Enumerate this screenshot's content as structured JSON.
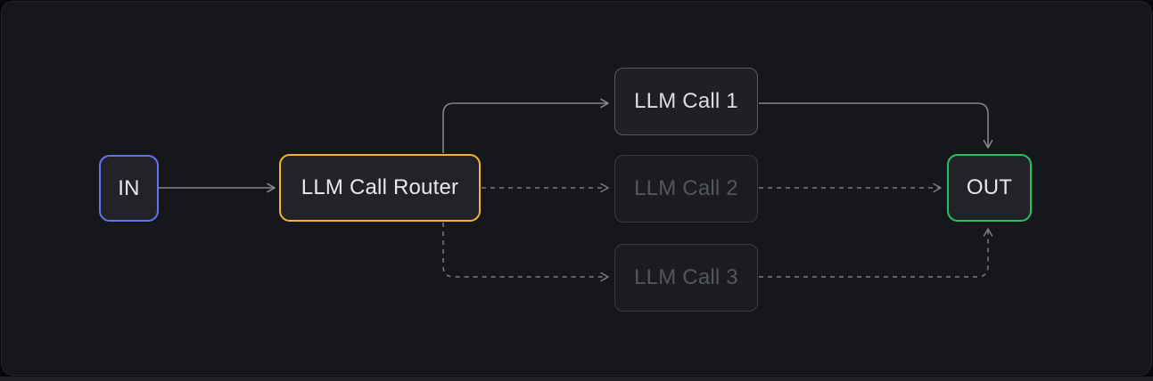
{
  "diagram": {
    "type": "workflow-routing",
    "nodes": [
      {
        "id": "in",
        "label": "IN",
        "state": "active",
        "border": "#6574ee",
        "text": "#e7e8eb"
      },
      {
        "id": "router",
        "label": "LLM Call Router",
        "state": "active",
        "border": "#f5b52e",
        "text": "#e7e8eb"
      },
      {
        "id": "call1",
        "label": "LLM Call 1",
        "state": "selected",
        "border": "#565a63",
        "text": "#dcdde0"
      },
      {
        "id": "call2",
        "label": "LLM Call 2",
        "state": "inactive",
        "border": "#383b42",
        "text": "#54565e"
      },
      {
        "id": "call3",
        "label": "LLM Call 3",
        "state": "inactive",
        "border": "#383b42",
        "text": "#54565e"
      },
      {
        "id": "out",
        "label": "OUT",
        "state": "active",
        "border": "#27c160",
        "text": "#e7e8eb"
      }
    ],
    "edges": [
      {
        "from": "IN",
        "to": "LLM Call Router",
        "style": "solid"
      },
      {
        "from": "LLM Call Router",
        "to": "LLM Call 1",
        "style": "solid"
      },
      {
        "from": "LLM Call 1",
        "to": "OUT",
        "style": "solid"
      },
      {
        "from": "LLM Call Router",
        "to": "LLM Call 2",
        "style": "dashed"
      },
      {
        "from": "LLM Call 2",
        "to": "OUT",
        "style": "dashed"
      },
      {
        "from": "LLM Call Router",
        "to": "LLM Call 3",
        "style": "dashed"
      },
      {
        "from": "LLM Call 3",
        "to": "OUT",
        "style": "dashed"
      }
    ],
    "colors": {
      "panel_background": "#16171b",
      "panel_border": "#26272c",
      "node_fill": "#222328",
      "accent_in": "#6574ee",
      "accent_router": "#f5b52e",
      "accent_out": "#27c160",
      "edge_solid": "#83858d",
      "edge_dashed": "#7a7c84",
      "dim_border": "#383b42",
      "dim_text": "#54565e"
    }
  }
}
